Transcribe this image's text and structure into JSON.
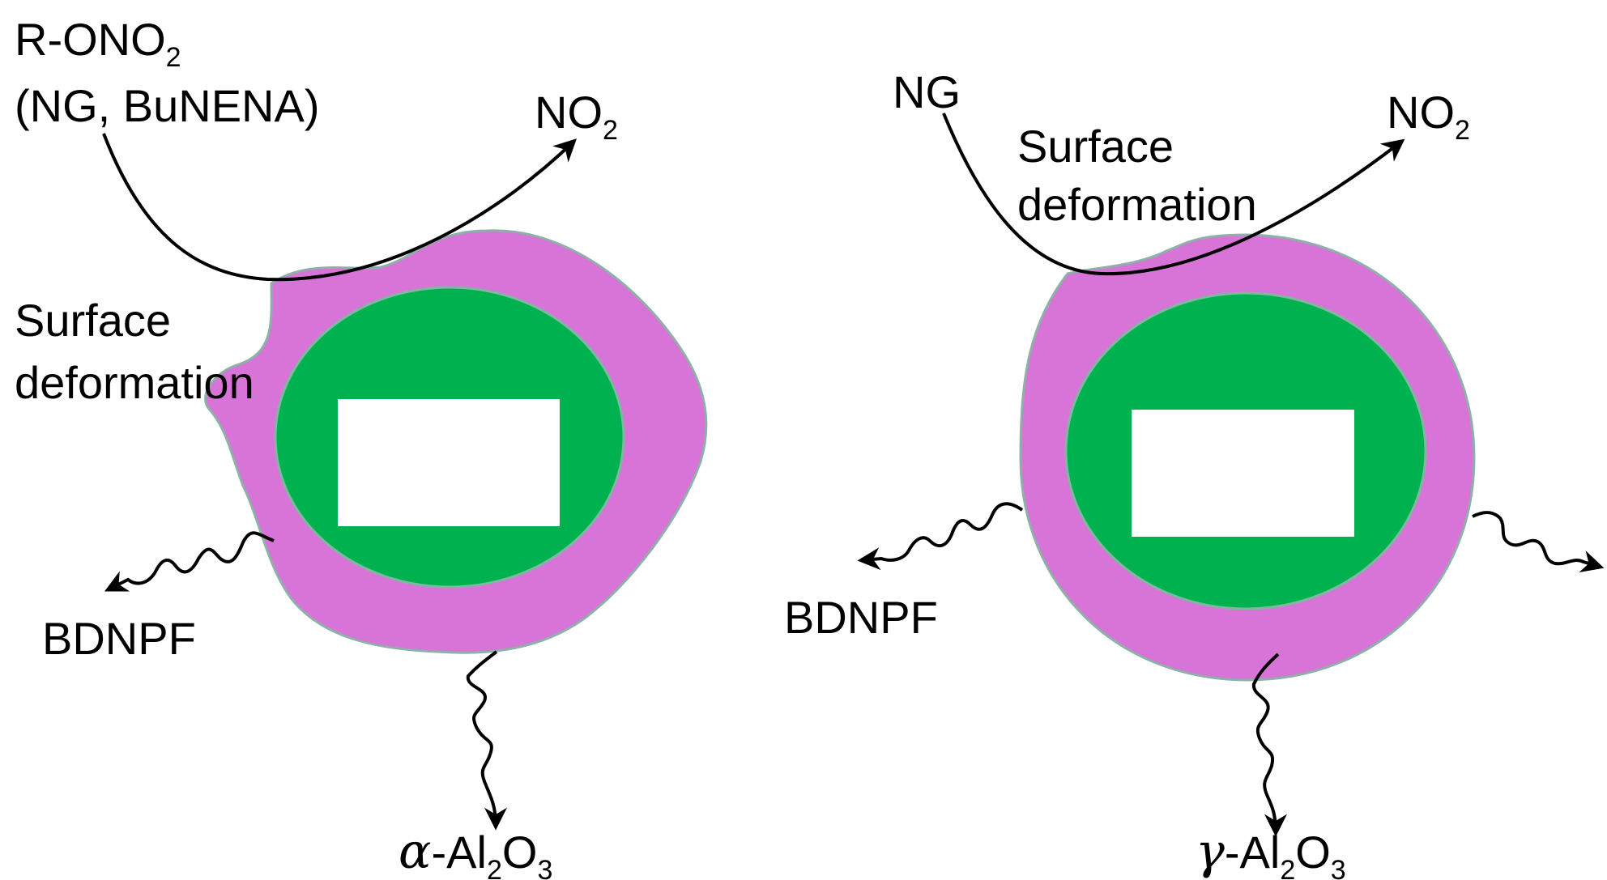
{
  "colors": {
    "shell": "#d873d8",
    "shell_edge": "#8fb0a8",
    "core": "#00b14f",
    "core_edge": "#7fb8a0",
    "void": "#ffffff",
    "arrow": "#000000"
  },
  "left_panel": {
    "reactant_main": "R-ONO",
    "reactant_sub": "2",
    "reactant_examples": "(NG, BuNENA)",
    "product_main": "NO",
    "product_sub": "2",
    "surface_line1": "Surface",
    "surface_line2": "deformation",
    "byproduct": "BDNPF",
    "particle_greek": "α",
    "particle_al": "-Al",
    "particle_sub1": "2",
    "particle_o": "O",
    "particle_sub2": "3"
  },
  "right_panel": {
    "reactant": "NG",
    "product_main": "NO",
    "product_sub": "2",
    "surface_line1": "Surface",
    "surface_line2": "deformation",
    "byproduct": "BDNPF",
    "particle_greek": "γ",
    "particle_al": "-Al",
    "particle_sub1": "2",
    "particle_o": "O",
    "particle_sub2": "3"
  }
}
